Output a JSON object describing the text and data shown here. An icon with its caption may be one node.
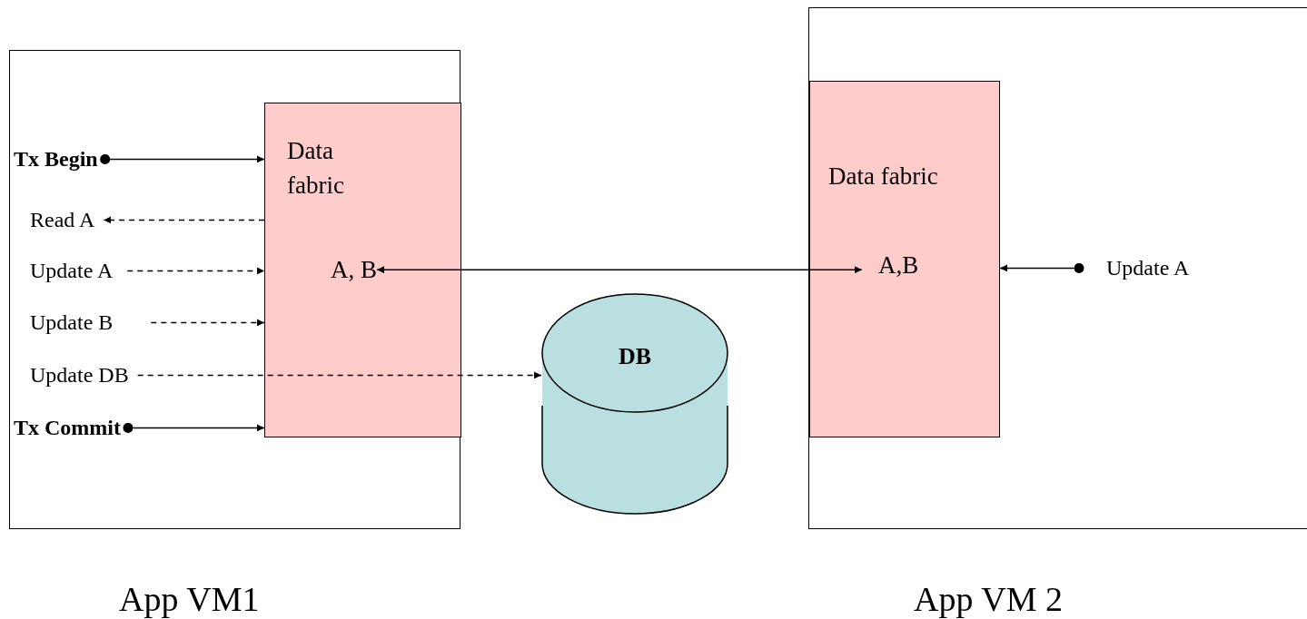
{
  "diagram": {
    "nodes": [
      {
        "text": [
          "App VM1"
        ]
      },
      {
        "text": [
          "Data fabric"
        ],
        "in": 0
      },
      {
        "text": [
          "A, B"
        ],
        "in": 1
      },
      {
        "text": [
          "Tx Begin"
        ],
        "in": 0
      },
      {
        "text": [
          "Read A"
        ],
        "in": 0
      },
      {
        "text": [
          "Update A"
        ],
        "in": 0
      },
      {
        "text": [
          "Update B"
        ],
        "in": 0
      },
      {
        "text": [
          "Update DB"
        ],
        "in": 0
      },
      {
        "text": [
          "Tx Commit"
        ],
        "in": 0
      },
      {
        "text": [
          "DB"
        ]
      },
      {
        "text": [
          "App VM 2"
        ]
      },
      {
        "text": [
          "Data fabric"
        ],
        "in": 10
      },
      {
        "text": [
          "A,B"
        ],
        "in": 11
      },
      {
        "text": [
          "Update A"
        ],
        "in": 10
      }
    ],
    "edges": [
      {
        "from": 3,
        "to": 1,
        "arrow": "to"
      },
      {
        "from": 1,
        "to": 4,
        "arrow": "to",
        "style": "dashed"
      },
      {
        "from": 5,
        "to": 1,
        "arrow": "to",
        "style": "dashed"
      },
      {
        "from": 6,
        "to": 1,
        "arrow": "to",
        "style": "dashed"
      },
      {
        "from": 7,
        "to": 9,
        "arrow": "to",
        "style": "dashed"
      },
      {
        "from": 8,
        "to": 1,
        "arrow": "to"
      },
      {
        "from": 2,
        "to": 12,
        "arrow": "both"
      },
      {
        "from": 13,
        "to": 11,
        "arrow": "to"
      }
    ]
  }
}
